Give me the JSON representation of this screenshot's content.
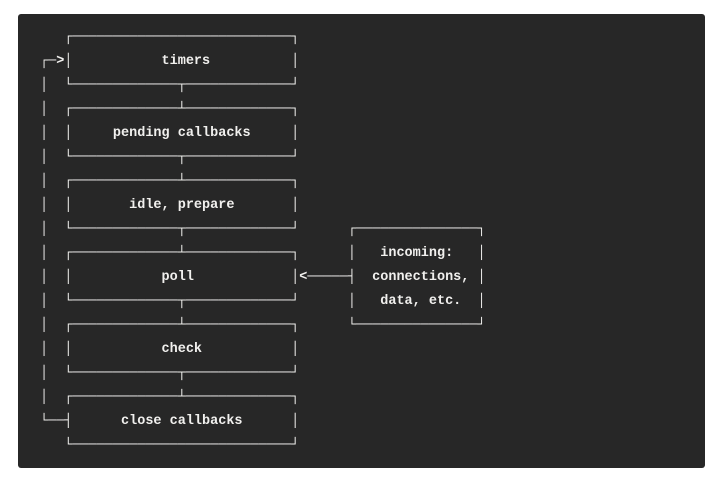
{
  "page": {
    "background_color": "#ffffff"
  },
  "terminal": {
    "background_color": "#272727",
    "text_color": "#f1f0ee"
  },
  "diagram": {
    "type": "ascii-flow-diagram",
    "subject": "event-loop-phases",
    "phases": [
      "timers",
      "pending callbacks",
      "idle, prepare",
      "poll",
      "check",
      "close callbacks"
    ],
    "side_box_lines": [
      "incoming:",
      "connections,",
      "data, etc."
    ],
    "lines": [
      "   ┌───────────────────────────┐",
      "┌─>│           timers          │",
      "│  └─────────────┬─────────────┘",
      "│  ┌─────────────┴─────────────┐",
      "│  │     pending callbacks     │",
      "│  └─────────────┬─────────────┘",
      "│  ┌─────────────┴─────────────┐",
      "│  │       idle, prepare       │",
      "│  └─────────────┬─────────────┘      ┌───────────────┐",
      "│  ┌─────────────┴─────────────┐      │   incoming:   │",
      "│  │           poll            │<─────┤  connections, │",
      "│  └─────────────┬─────────────┘      │   data, etc.  │",
      "│  ┌─────────────┴─────────────┐      └───────────────┘",
      "│  │           check           │",
      "│  └─────────────┬─────────────┘",
      "│  ┌─────────────┴─────────────┐",
      "└──┤      close callbacks      │",
      "   └───────────────────────────┘"
    ]
  }
}
